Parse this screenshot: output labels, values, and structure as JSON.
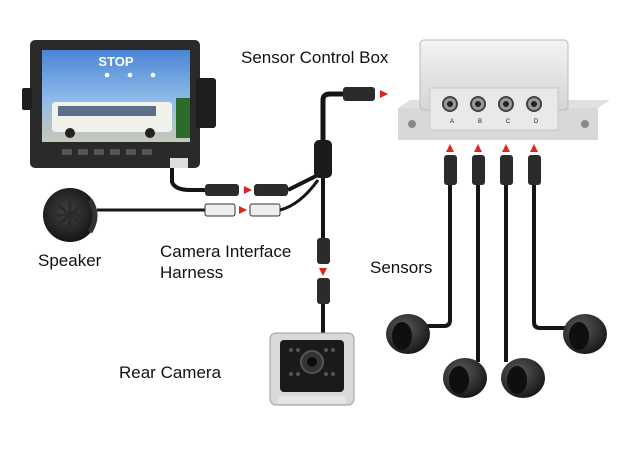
{
  "labels": {
    "control_box": "Sensor Control Box",
    "speaker": "Speaker",
    "harness_line1": "Camera Interface",
    "harness_line2": "Harness",
    "sensors": "Sensors",
    "rear_camera": "Rear Camera"
  },
  "monitor": {
    "screen_text": "STOP"
  },
  "control_box_ports": [
    "A",
    "B",
    "C",
    "D"
  ],
  "colors": {
    "arrow": "#e0231f",
    "cable": "#151515",
    "box": "#e6e8e6",
    "monitor_bezel": "#222222"
  }
}
